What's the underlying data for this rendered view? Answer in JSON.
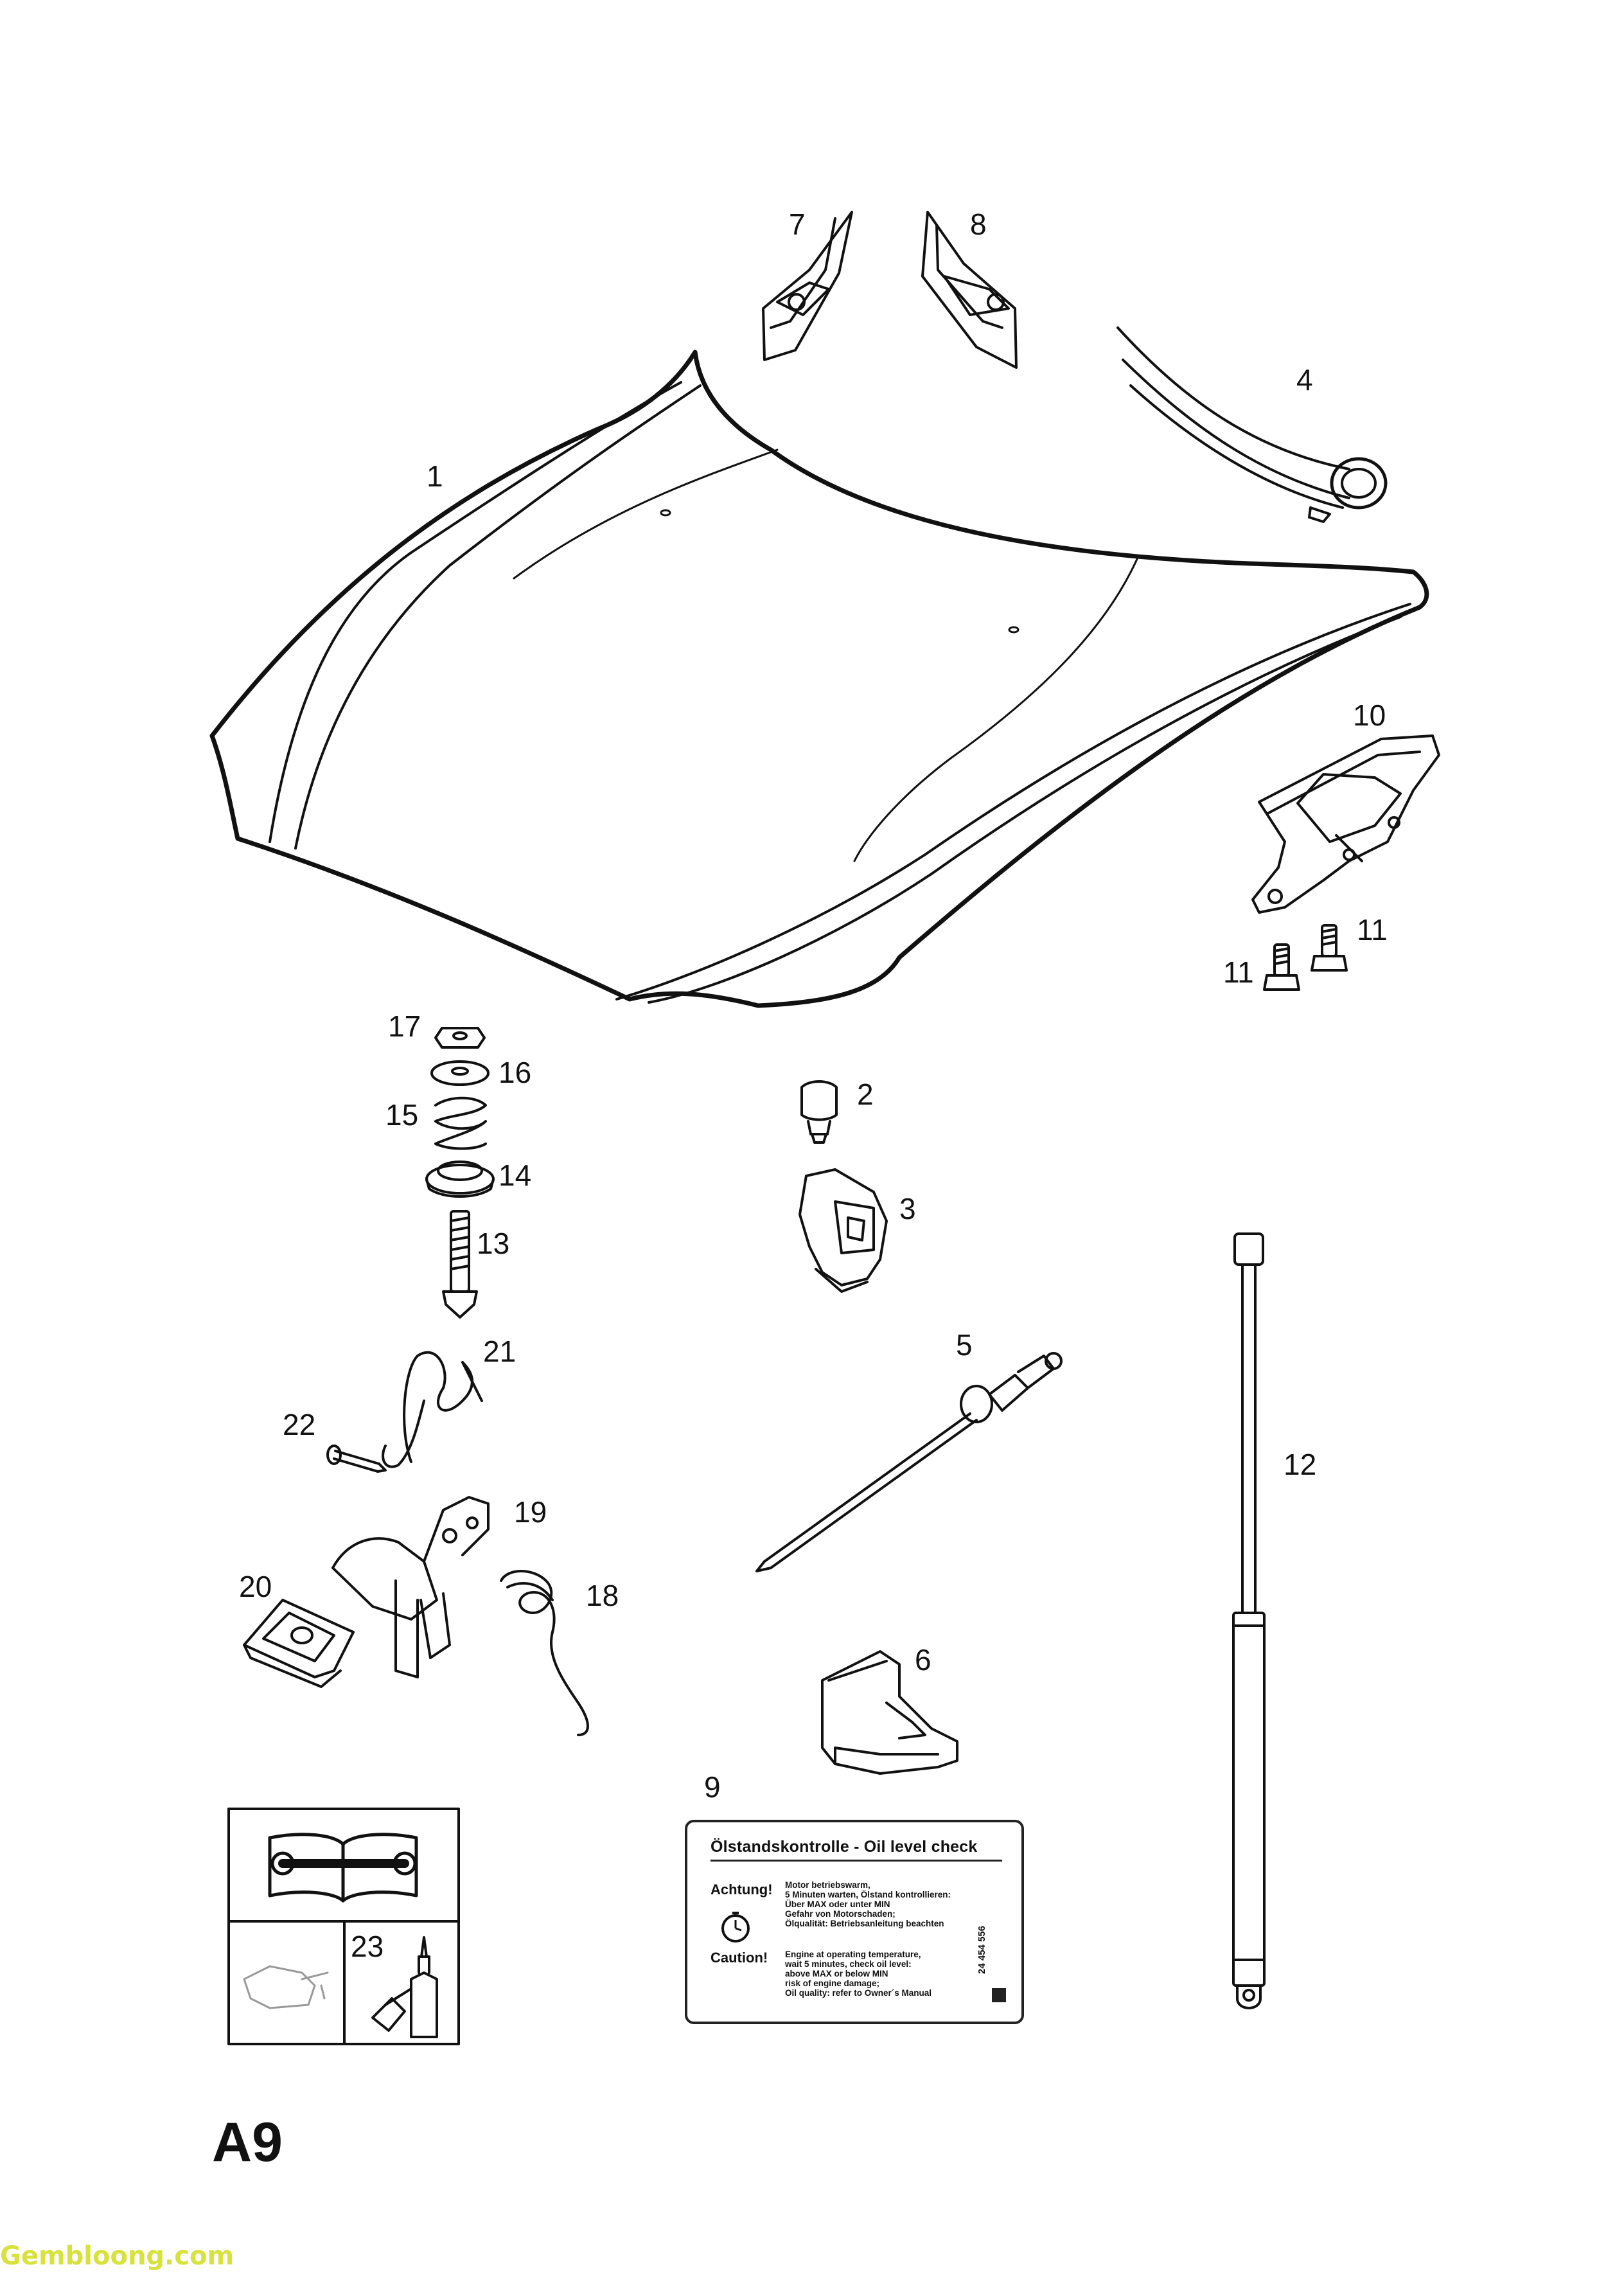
{
  "diagram": {
    "callouts": [
      {
        "id": "1",
        "text": "1"
      },
      {
        "id": "2",
        "text": "2"
      },
      {
        "id": "3",
        "text": "3"
      },
      {
        "id": "4",
        "text": "4"
      },
      {
        "id": "5",
        "text": "5"
      },
      {
        "id": "6",
        "text": "6"
      },
      {
        "id": "7",
        "text": "7"
      },
      {
        "id": "8",
        "text": "8"
      },
      {
        "id": "9",
        "text": "9"
      },
      {
        "id": "10",
        "text": "10"
      },
      {
        "id": "11a",
        "text": "11"
      },
      {
        "id": "11b",
        "text": "11"
      },
      {
        "id": "12",
        "text": "12"
      },
      {
        "id": "13",
        "text": "13"
      },
      {
        "id": "14",
        "text": "14"
      },
      {
        "id": "15",
        "text": "15"
      },
      {
        "id": "16",
        "text": "16"
      },
      {
        "id": "17",
        "text": "17"
      },
      {
        "id": "18",
        "text": "18"
      },
      {
        "id": "19",
        "text": "19"
      },
      {
        "id": "20",
        "text": "20"
      },
      {
        "id": "21",
        "text": "21"
      },
      {
        "id": "22",
        "text": "22"
      },
      {
        "id": "23",
        "text": "23"
      }
    ],
    "page_code": "A9",
    "watermark": "Gembloong.com"
  },
  "oil_label": {
    "title": "Ölstandskontrolle - Oil level check",
    "warning_label": "Achtung!",
    "caution_label": "Caution!",
    "german_lines": [
      "Motor betriebswarm,",
      "5 Minuten warten, Ölstand kontrollieren:",
      "Über MAX oder unter MIN",
      "Gefahr von Motorschaden;",
      "Ölqualität: Betriebsanleitung beachten"
    ],
    "english_lines": [
      "Engine at operating temperature,",
      "wait 5 minutes, check oil level:",
      "above MAX or below MIN",
      "risk of engine damage;",
      "Oil quality: refer to Owner´s Manual"
    ],
    "part_number": "24 454 556"
  },
  "icons": {
    "manual": "book-wrench-icon",
    "oil_can": "oil-can-icon",
    "sealant": "sealant-bottle-icon",
    "clock": "clock-icon"
  }
}
